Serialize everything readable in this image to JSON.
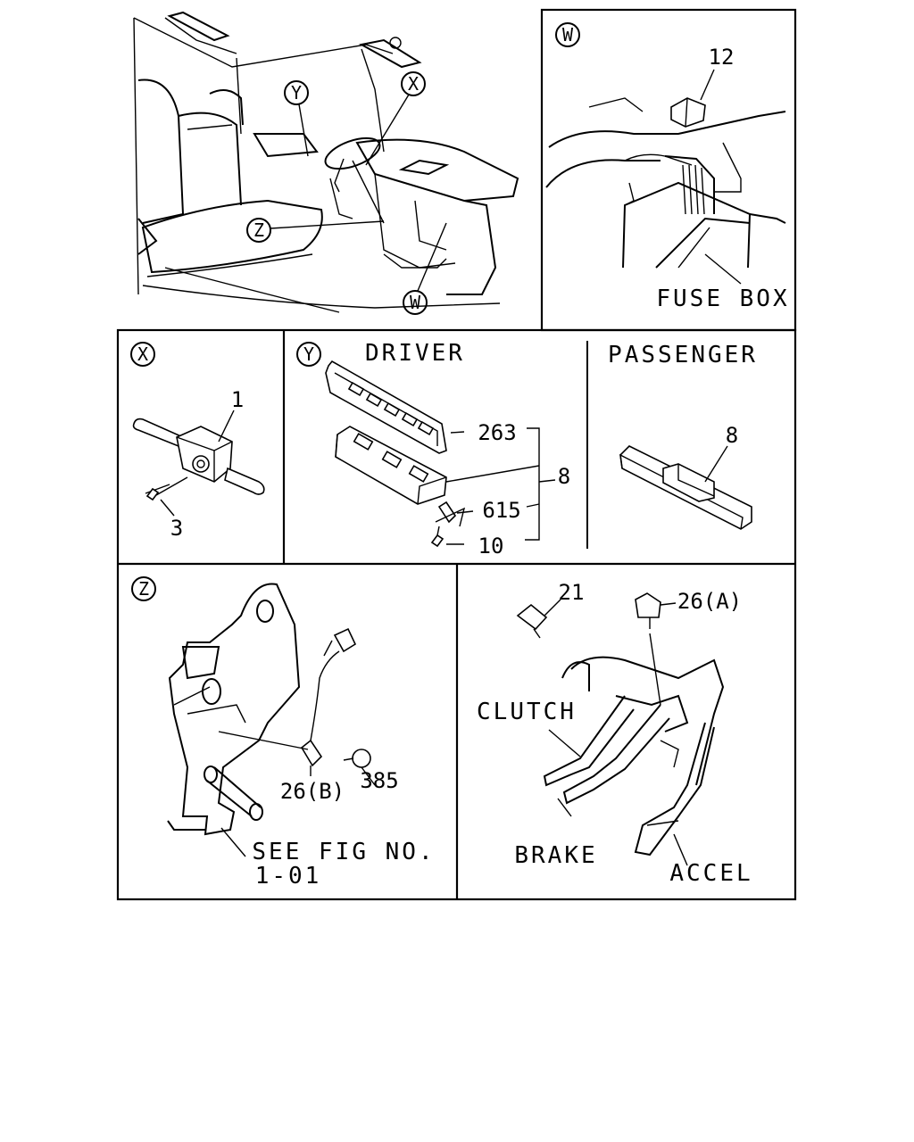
{
  "callouts": {
    "W": "W",
    "X": "X",
    "Y": "Y",
    "Z": "Z"
  },
  "panel_w": {
    "part_12": "12",
    "fuse_box": "FUSE BOX"
  },
  "panel_x": {
    "part_1": "1",
    "part_3": "3"
  },
  "panel_y": {
    "driver": "DRIVER",
    "passenger": "PASSENGER",
    "part_263": "263",
    "part_8": "8",
    "part_615": "615",
    "part_10": "10",
    "part_8_passenger": "8"
  },
  "panel_z": {
    "part_26b": "26(B)",
    "part_385": "385",
    "see_fig_line1": "SEE FIG NO.",
    "see_fig_line2": "1-01"
  },
  "panel_pedals": {
    "part_21": "21",
    "part_26a": "26(A)",
    "clutch": "CLUTCH",
    "brake": "BRAKE",
    "accel": "ACCEL"
  }
}
